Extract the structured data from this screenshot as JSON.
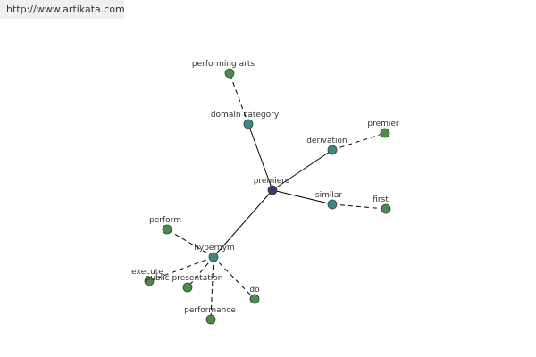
{
  "source_url": "http://www.artikata.com",
  "colors": {
    "center_node": "#3a3a7a",
    "relation_node": "#3f8787",
    "word_node": "#4d8a4d",
    "node_outline": "#2b4a2b",
    "edge": "#000000"
  },
  "nodes": [
    {
      "id": "premiere",
      "label": "premiere",
      "kind": "center"
    },
    {
      "id": "domain-category",
      "label": "domain category",
      "kind": "relation"
    },
    {
      "id": "derivation",
      "label": "derivation",
      "kind": "relation"
    },
    {
      "id": "similar",
      "label": "similar",
      "kind": "relation"
    },
    {
      "id": "hypernym",
      "label": "hypernym",
      "kind": "relation"
    },
    {
      "id": "performing-arts",
      "label": "performing arts",
      "kind": "word"
    },
    {
      "id": "premier",
      "label": "premier",
      "kind": "word"
    },
    {
      "id": "first",
      "label": "first",
      "kind": "word"
    },
    {
      "id": "perform",
      "label": "perform",
      "kind": "word"
    },
    {
      "id": "execute",
      "label": "execute",
      "kind": "word"
    },
    {
      "id": "public-presentation",
      "label": "public presentation",
      "kind": "word"
    },
    {
      "id": "do",
      "label": "do",
      "kind": "word"
    },
    {
      "id": "performance",
      "label": "performance",
      "kind": "word"
    }
  ],
  "edges": [
    {
      "from": "premiere",
      "to": "domain-category",
      "style": "solid"
    },
    {
      "from": "premiere",
      "to": "derivation",
      "style": "solid"
    },
    {
      "from": "premiere",
      "to": "similar",
      "style": "solid"
    },
    {
      "from": "premiere",
      "to": "hypernym",
      "style": "solid"
    },
    {
      "from": "domain-category",
      "to": "performing-arts",
      "style": "dashed"
    },
    {
      "from": "derivation",
      "to": "premier",
      "style": "dashed"
    },
    {
      "from": "similar",
      "to": "first",
      "style": "dashed"
    },
    {
      "from": "hypernym",
      "to": "perform",
      "style": "dashed"
    },
    {
      "from": "hypernym",
      "to": "execute",
      "style": "dashed"
    },
    {
      "from": "hypernym",
      "to": "public-presentation",
      "style": "dashed"
    },
    {
      "from": "hypernym",
      "to": "do",
      "style": "dashed"
    },
    {
      "from": "hypernym",
      "to": "performance",
      "style": "dashed"
    }
  ]
}
